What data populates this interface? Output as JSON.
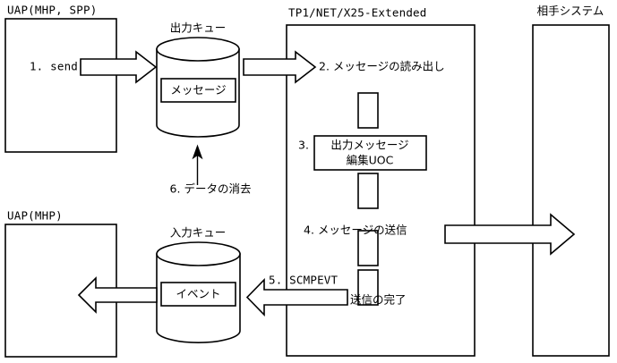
{
  "diagram": {
    "title_boxes": {
      "uap_top": "UAP(MHP, SPP)",
      "uap_bottom": "UAP(MHP)",
      "tp1": "TP1/NET/X25-Extended",
      "remote": "相手システム"
    },
    "queues": {
      "output_queue_label": "出力キュー",
      "output_queue_item": "メッセージ",
      "input_queue_label": "入力キュー",
      "input_queue_item": "イベント"
    },
    "steps": {
      "step1": "1. send",
      "step2": "2. メッセージの読み出し",
      "step3_number": "3.",
      "step3_box_line1": "出力メッセージ",
      "step3_box_line2": "編集UOC",
      "step4": "4. メッセージの送信",
      "step5": "5. SCMPEVT",
      "step5_note": "送信の完了",
      "step6": "6. データの消去"
    },
    "colors": {
      "stroke": "#000000",
      "background": "#ffffff",
      "fill": "#ffffff"
    }
  }
}
